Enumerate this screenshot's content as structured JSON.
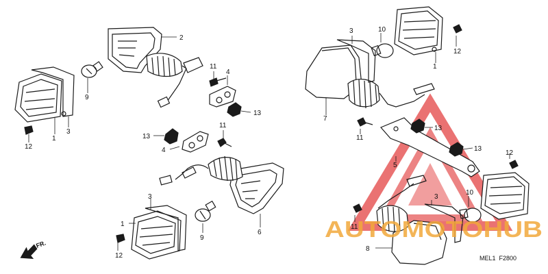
{
  "diagram": {
    "part_numbers": {
      "lens_left_upper": "1",
      "lens_left_lower": "1",
      "lens_right_upper": "1",
      "housing_upper_left": "2",
      "gasket_left_upper": "3",
      "gasket_left_lower": "3",
      "gasket_right_upper": "3",
      "gasket_right_lower": "3",
      "washer_upper": "4",
      "washer_lower": "4",
      "stay_right": "5",
      "housing_lower_left": "6",
      "housing_upper_right": "7",
      "housing_lower_right": "8",
      "bulb_left_upper": "9",
      "bulb_left_lower": "9",
      "bulb_right_upper": "10",
      "bulb_right_lower": "10",
      "screw_left_upper": "11",
      "screw_left_lower": "11",
      "screw_right_upper": "11",
      "screw_right_lower": "11",
      "screw_lens_left_upper": "12",
      "screw_lens_left_lower": "12",
      "screw_lens_right_upper": "12",
      "screw_lens_right_lower": "12",
      "nut_left_upper": "13",
      "nut_left_lower": "13",
      "nut_right_a": "13",
      "nut_right_b": "13"
    },
    "front_indicator": "FR.",
    "diagram_code": "MEL1  F2800",
    "watermark": "AUTOMOTOHUB",
    "colors": {
      "line": "#1a1a1a",
      "watermark_red": "#e03030",
      "watermark_orange": "#f2a93b",
      "watermark_gray": "#7a7a7a"
    }
  }
}
